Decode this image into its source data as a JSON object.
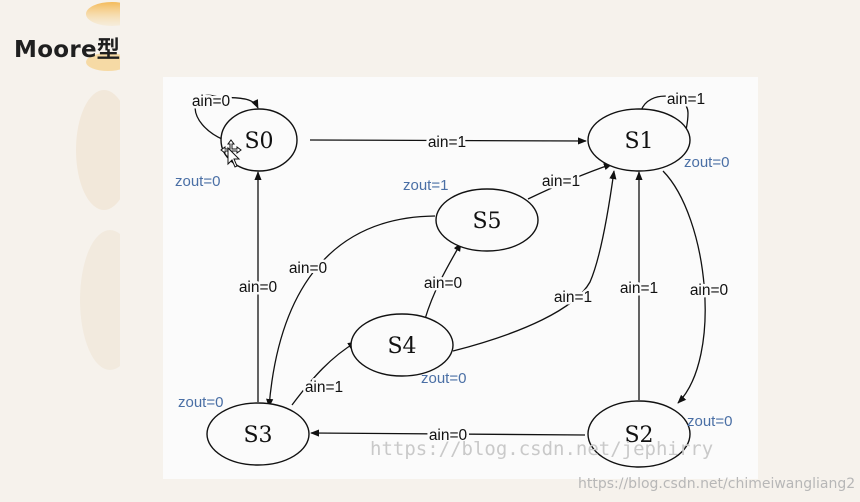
{
  "slide": {
    "title": "Moore型"
  },
  "states": [
    {
      "id": "S0",
      "label": "S0",
      "output": "zout=0"
    },
    {
      "id": "S1",
      "label": "S1",
      "output": "zout=0"
    },
    {
      "id": "S2",
      "label": "S2",
      "output": "zout=0"
    },
    {
      "id": "S3",
      "label": "S3",
      "output": "zout=0"
    },
    {
      "id": "S4",
      "label": "S4",
      "output": "zout=0"
    },
    {
      "id": "S5",
      "label": "S5",
      "output": "zout=1"
    }
  ],
  "transitions": [
    {
      "from": "S0",
      "to": "S0",
      "label": "ain=0"
    },
    {
      "from": "S0",
      "to": "S1",
      "label": "ain=1"
    },
    {
      "from": "S1",
      "to": "S1",
      "label": "ain=1"
    },
    {
      "from": "S5",
      "to": "S1",
      "label": "ain=1"
    },
    {
      "from": "S5",
      "to": "S3",
      "label": "ain=0"
    },
    {
      "from": "S3",
      "to": "S0",
      "label": "ain=0"
    },
    {
      "from": "S4",
      "to": "S5",
      "label": "ain=0"
    },
    {
      "from": "S4",
      "to": "S1",
      "label": "ain=1"
    },
    {
      "from": "S2",
      "to": "S1",
      "label": "ain=1"
    },
    {
      "from": "S1",
      "to": "S2",
      "label": "ain=0"
    },
    {
      "from": "S3",
      "to": "S4",
      "label": "ain=1"
    },
    {
      "from": "S2",
      "to": "S3",
      "label": "ain=0"
    }
  ],
  "watermark": {
    "text": "https://blog.csdn.net/jephirry"
  },
  "credit": {
    "text": "https://blog.csdn.net/chimeiwangliang2"
  },
  "colors": {
    "output": "#4a6fa5",
    "edge": "#111111",
    "accent": "#f2b24a"
  }
}
